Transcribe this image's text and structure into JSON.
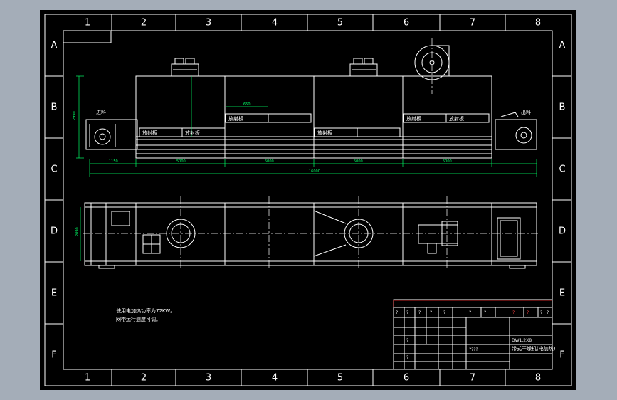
{
  "colors": {
    "background": "#a4adb8",
    "sheet": "#000000",
    "lines": "#ffffff",
    "dimensions": "#00ff66",
    "centerlines": "#ff3030"
  },
  "zones": {
    "columns": [
      "1",
      "2",
      "3",
      "4",
      "5",
      "6",
      "7",
      "8"
    ],
    "rows": [
      "A",
      "B",
      "C",
      "D",
      "E",
      "F"
    ]
  },
  "labels": {
    "inlet": "进料",
    "outlet": "出料",
    "section_a": "放射板",
    "section_b": "放射板",
    "section_c": "放射板",
    "section_d": "放射板",
    "section_e": "放射板",
    "section_f": "放射板"
  },
  "dimensions": {
    "d_1150": "1150",
    "d_5000a": "5000",
    "d_5000b": "5000",
    "d_5000c": "5000",
    "d_5000d": "5000",
    "d_total": "16000",
    "d_height": "2990",
    "d_650": "650",
    "d_side": "2090"
  },
  "notes": {
    "line1": "使用电加热功率为72KW。",
    "line2": "网带运行速度可调。"
  },
  "title_block": {
    "title": "带式干燥机(电加热)",
    "drawing_no": "DW1.2X8",
    "marks": [
      "?",
      "?",
      "?",
      "?",
      "?",
      "?",
      "?",
      "?",
      "?",
      "?",
      "?"
    ],
    "cells": [
      "????",
      "?",
      "?"
    ]
  }
}
